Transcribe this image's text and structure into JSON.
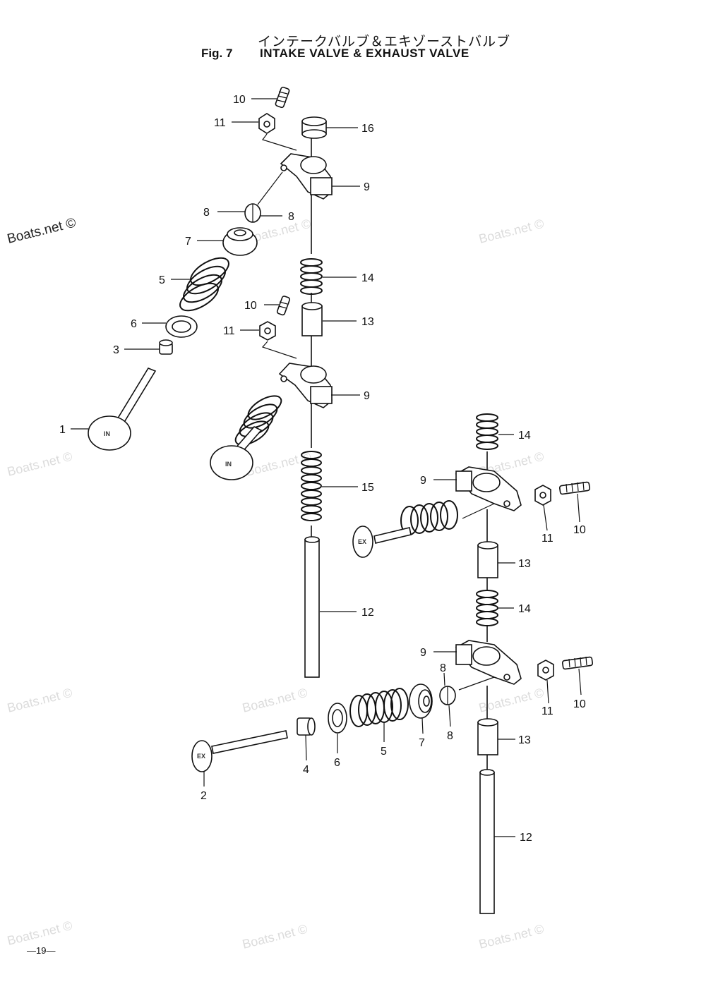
{
  "title": {
    "japanese": "インテークバルブ＆エキゾーストバルブ",
    "figure_number": "Fig. 7",
    "english": "INTAKE VALVE & EXHAUST VALVE"
  },
  "watermark": {
    "text": "Boats.net ©"
  },
  "valve_stamps": {
    "intake": "IN",
    "exhaust": "EX"
  },
  "callouts": {
    "c_10a": "10",
    "c_11a": "11",
    "c_16": "16",
    "c_9a": "9",
    "c_8a": "8",
    "c_8b": "8",
    "c_7a": "7",
    "c_5a": "5",
    "c_14a": "14",
    "c_10b": "10",
    "c_13a": "13",
    "c_6a": "6",
    "c_11b": "11",
    "c_3": "3",
    "c_9b": "9",
    "c_1": "1",
    "c_14b": "14",
    "c_9c": "9",
    "c_15": "15",
    "c_11c": "11",
    "c_10c": "10",
    "c_13b": "13",
    "c_12a": "12",
    "c_14c": "14",
    "c_9d": "9",
    "c_8c": "8",
    "c_11d": "11",
    "c_10d": "10",
    "c_8d": "8",
    "c_7b": "7",
    "c_5b": "5",
    "c_6b": "6",
    "c_4": "4",
    "c_13c": "13",
    "c_2": "2",
    "c_12b": "12"
  },
  "page_number": "—19—"
}
